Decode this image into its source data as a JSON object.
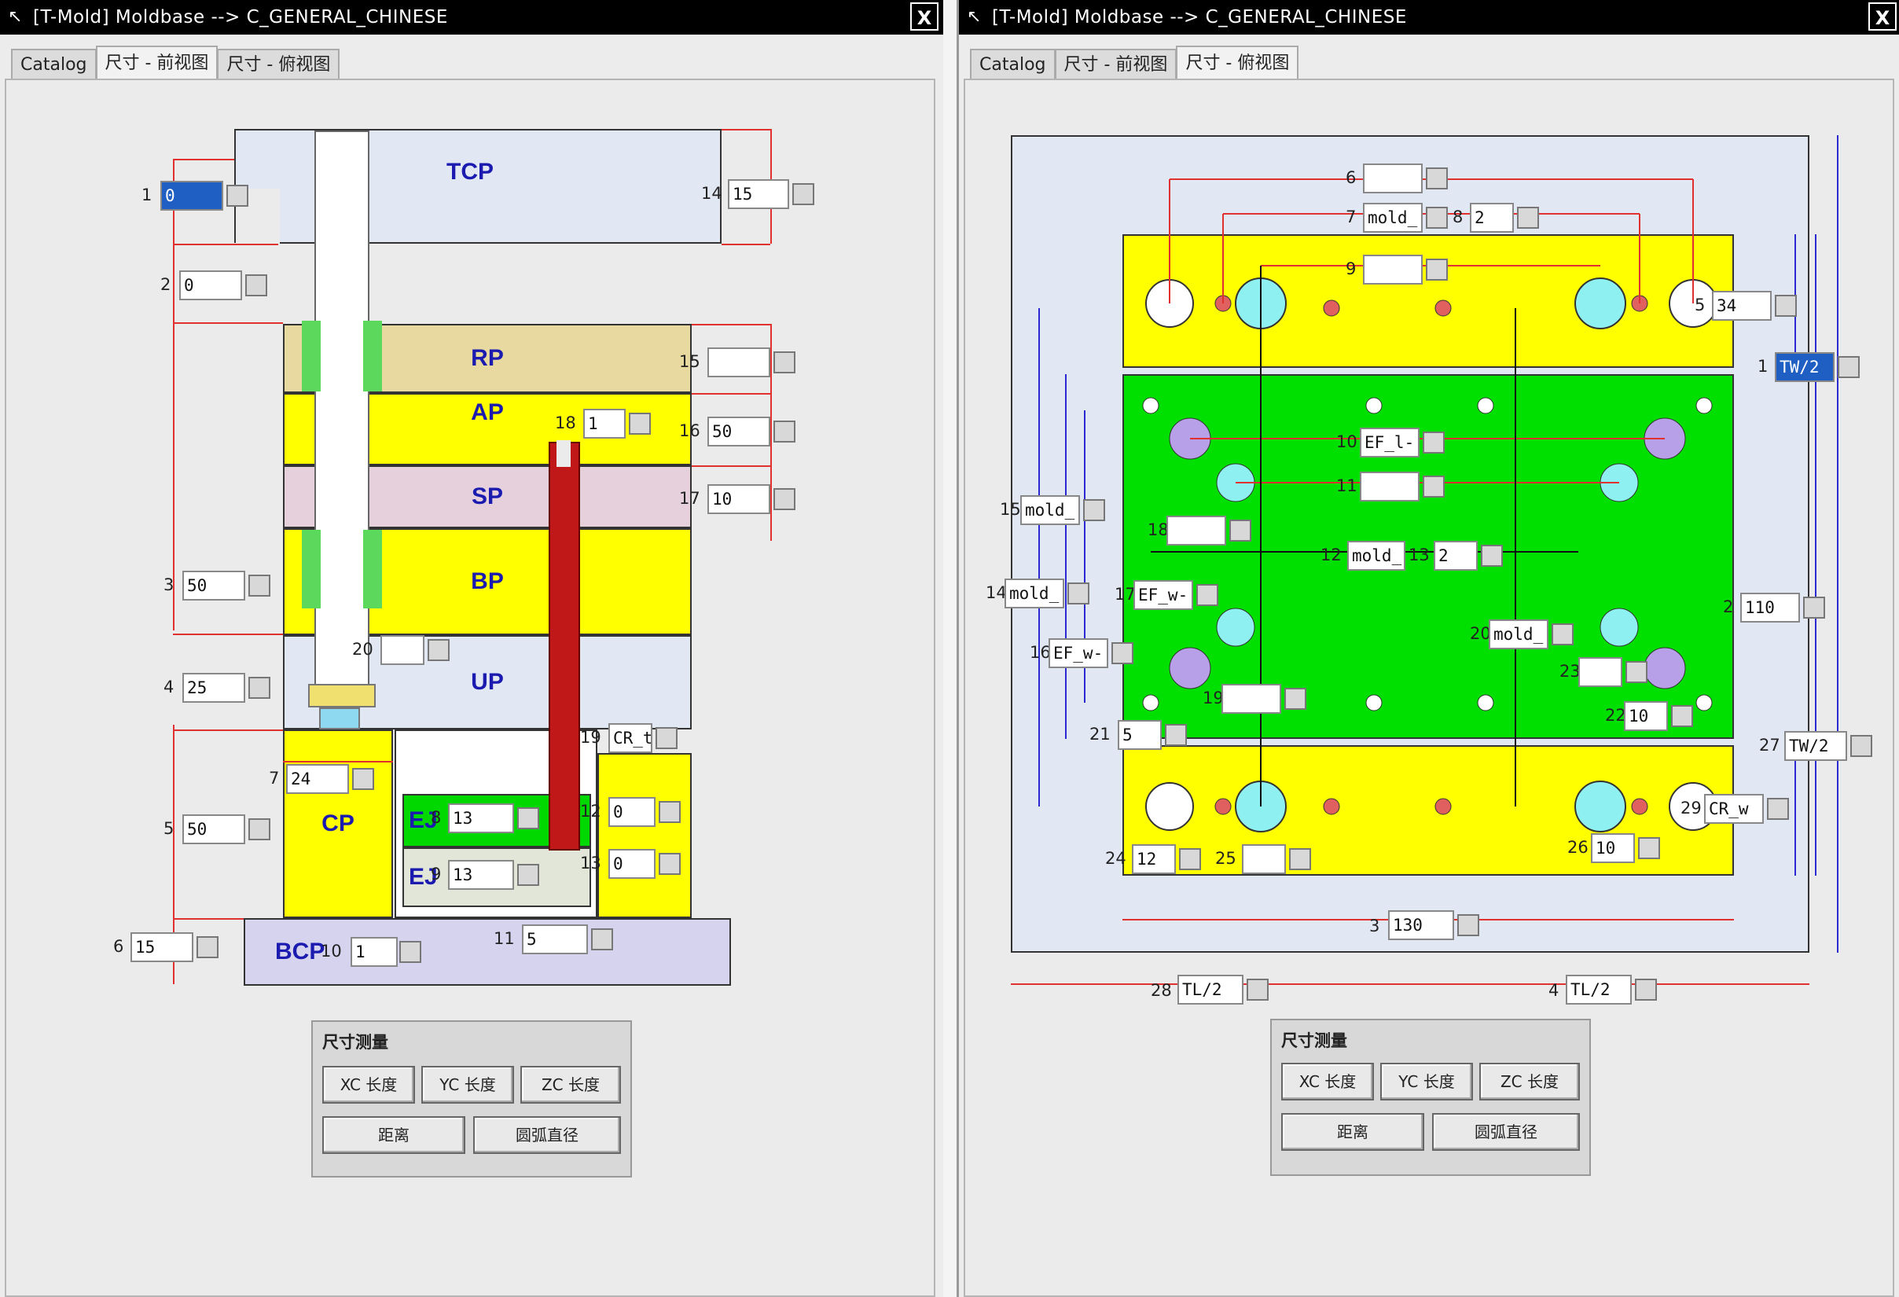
{
  "left": {
    "title": "[T-Mold] Moldbase --> C_GENERAL_CHINESE",
    "close": "X",
    "tabs": [
      "Catalog",
      "尺寸 - 前视图",
      "尺寸 - 俯视图"
    ],
    "plates": {
      "tcp": "TCP",
      "rp": "RP",
      "ap": "AP",
      "sp": "SP",
      "bp": "BP",
      "up": "UP",
      "cp": "CP",
      "ej1": "EJ",
      "ej2": "EJ",
      "bcp": "BCP"
    },
    "dims": [
      {
        "n": "1",
        "v": "0"
      },
      {
        "n": "2",
        "v": "0"
      },
      {
        "n": "3",
        "v": "50"
      },
      {
        "n": "4",
        "v": "25"
      },
      {
        "n": "5",
        "v": "50"
      },
      {
        "n": "6",
        "v": "15"
      },
      {
        "n": "7",
        "v": "24"
      },
      {
        "n": "10",
        "v": "1"
      },
      {
        "n": "11",
        "v": "5"
      },
      {
        "n": "12",
        "v": "0"
      },
      {
        "n": "13",
        "v": "0"
      },
      {
        "n": "14",
        "v": "15"
      },
      {
        "n": "15",
        "v": ""
      },
      {
        "n": "16",
        "v": "50"
      },
      {
        "n": "17",
        "v": "10"
      },
      {
        "n": "18",
        "v": "1"
      },
      {
        "n": "19",
        "v": "CR_t"
      },
      {
        "n": "20",
        "v": ""
      },
      {
        "n": "8",
        "v": "13"
      },
      {
        "n": "9",
        "v": "13"
      }
    ],
    "panel": {
      "title": "尺寸测量",
      "b1": "XC 长度",
      "b2": "YC 长度",
      "b3": "ZC 长度",
      "b4": "距离",
      "b5": "圆弧直径"
    }
  },
  "right": {
    "title": "[T-Mold] Moldbase --> C_GENERAL_CHINESE",
    "close": "X",
    "tabs": [
      "Catalog",
      "尺寸 - 前视图",
      "尺寸 - 俯视图"
    ],
    "dims": [
      {
        "n": "1",
        "v": "TW/2"
      },
      {
        "n": "2",
        "v": "110"
      },
      {
        "n": "3",
        "v": "130"
      },
      {
        "n": "4",
        "v": "TL/2"
      },
      {
        "n": "5",
        "v": "34"
      },
      {
        "n": "6",
        "v": ""
      },
      {
        "n": "7",
        "v": "mold_"
      },
      {
        "n": "8",
        "v": "2"
      },
      {
        "n": "9",
        "v": ""
      },
      {
        "n": "10",
        "v": "EF_l-"
      },
      {
        "n": "11",
        "v": ""
      },
      {
        "n": "12",
        "v": "mold_"
      },
      {
        "n": "13",
        "v": "2"
      },
      {
        "n": "14",
        "v": "mold_"
      },
      {
        "n": "15",
        "v": "mold_"
      },
      {
        "n": "16",
        "v": "EF_w-"
      },
      {
        "n": "17",
        "v": "EF_w-"
      },
      {
        "n": "18",
        "v": ""
      },
      {
        "n": "19",
        "v": ""
      },
      {
        "n": "20",
        "v": "mold_"
      },
      {
        "n": "21",
        "v": "5"
      },
      {
        "n": "22",
        "v": "10"
      },
      {
        "n": "23",
        "v": ""
      },
      {
        "n": "24",
        "v": "12"
      },
      {
        "n": "25",
        "v": ""
      },
      {
        "n": "26",
        "v": "10"
      },
      {
        "n": "27",
        "v": "TW/2"
      },
      {
        "n": "28",
        "v": "TL/2"
      },
      {
        "n": "29",
        "v": "CR_w"
      }
    ],
    "panel": {
      "title": "尺寸测量",
      "b1": "XC 长度",
      "b2": "YC 长度",
      "b3": "ZC 长度",
      "b4": "距离",
      "b5": "圆弧直径"
    }
  },
  "colors": {
    "yellow": "#ffff00",
    "green": "#00e000",
    "rp": "#e8d9a0",
    "sp": "#e6d0dc",
    "tcp": "#e2e8f3",
    "red": "#c01818",
    "cyan": "#8ef0f0",
    "lilac": "#b8a0e8"
  }
}
